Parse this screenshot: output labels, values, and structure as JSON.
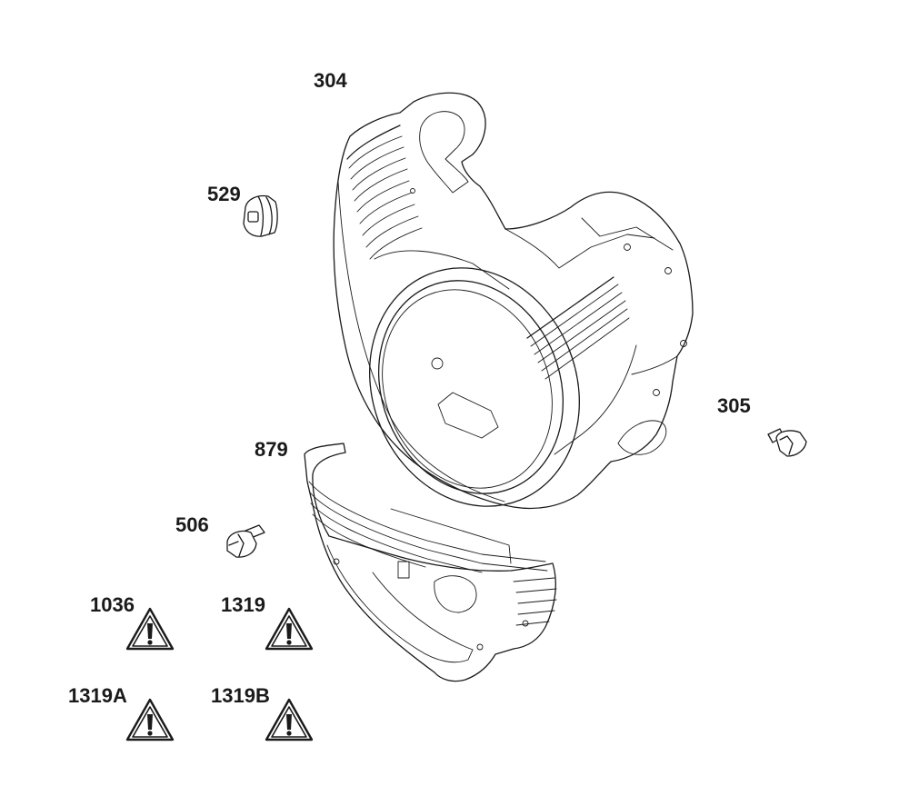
{
  "diagram": {
    "callouts": [
      {
        "id": "part-304",
        "label": "304"
      },
      {
        "id": "part-529",
        "label": "529"
      },
      {
        "id": "part-305",
        "label": "305"
      },
      {
        "id": "part-879",
        "label": "879"
      },
      {
        "id": "part-506",
        "label": "506"
      },
      {
        "id": "warning-1036",
        "label": "1036"
      },
      {
        "id": "warning-1319",
        "label": "1319"
      },
      {
        "id": "warning-1319a",
        "label": "1319A"
      },
      {
        "id": "warning-1319b",
        "label": "1319B"
      }
    ],
    "icons": {
      "warning": "warning-triangle-icon",
      "grommet": "grommet-icon",
      "bolt": "hex-bolt-icon"
    }
  }
}
